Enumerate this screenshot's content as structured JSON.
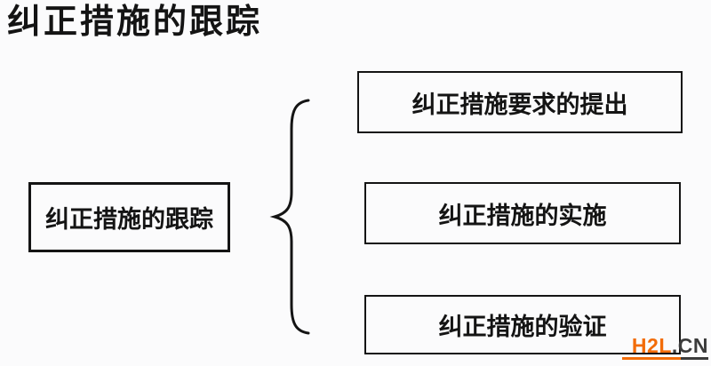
{
  "page": {
    "title": "纠正措施的跟踪",
    "background_color": "#FBFBFC",
    "text_color": "#141414"
  },
  "diagram": {
    "source_box": {
      "label": "纠正措施的跟踪"
    },
    "brace_icon": "left-curly-brace",
    "items": [
      {
        "label": "纠正措施要求的提出"
      },
      {
        "label": "纠正措施的实施"
      },
      {
        "label": "纠正措施的验证"
      }
    ]
  },
  "watermark": {
    "brand": "H2L",
    "suffix": ".CN",
    "brand_color": "#F26C09",
    "suffix_color": "#3B3B3B"
  }
}
